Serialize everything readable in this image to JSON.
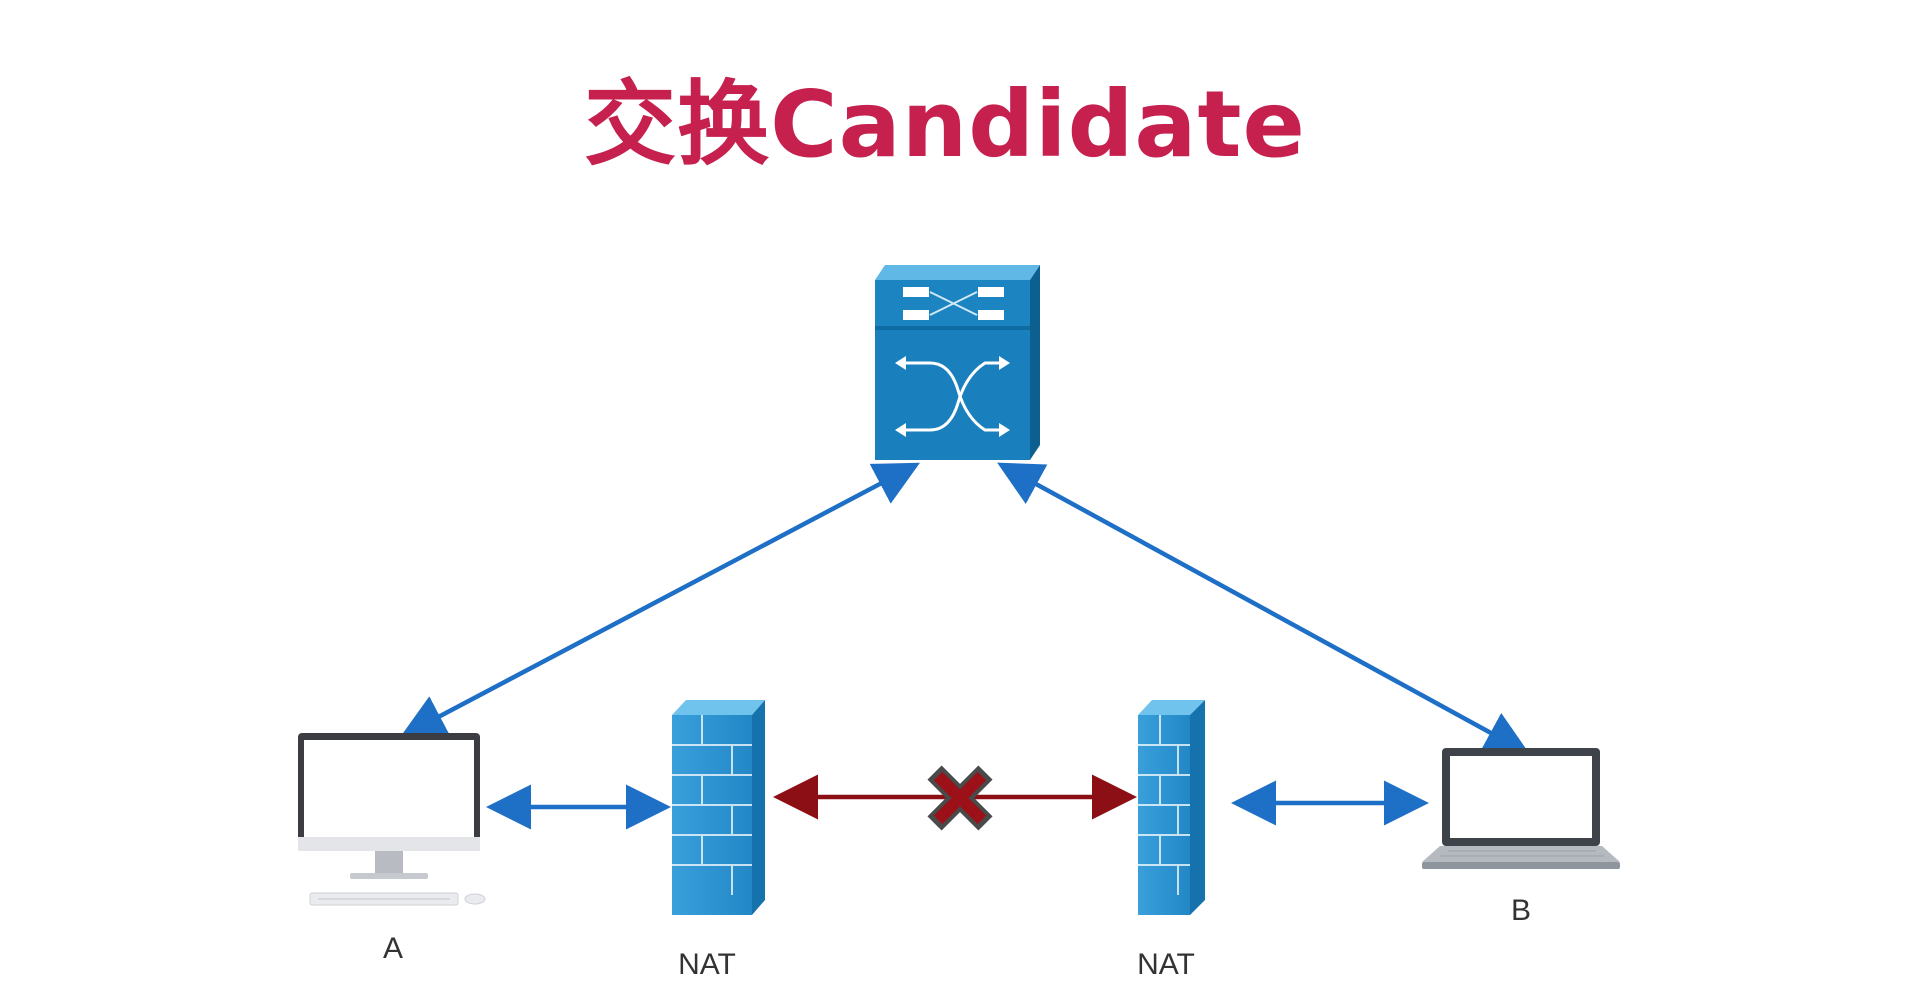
{
  "title": "交换Candidate",
  "nodes": {
    "a": {
      "label": "A"
    },
    "b": {
      "label": "B"
    },
    "nat_left": {
      "label": "NAT"
    },
    "nat_right": {
      "label": "NAT"
    }
  },
  "colors": {
    "title": "#c5204e",
    "link": "#1e6fc6",
    "blocked_link": "#8b0f14",
    "device_blue": "#1a7fb8",
    "firewall_blue": "#2a8fcf"
  },
  "icons": {
    "server": "switch-icon",
    "a": "desktop-computer-icon",
    "b": "laptop-icon",
    "nat": "firewall-icon",
    "blocked": "x-mark-icon"
  }
}
